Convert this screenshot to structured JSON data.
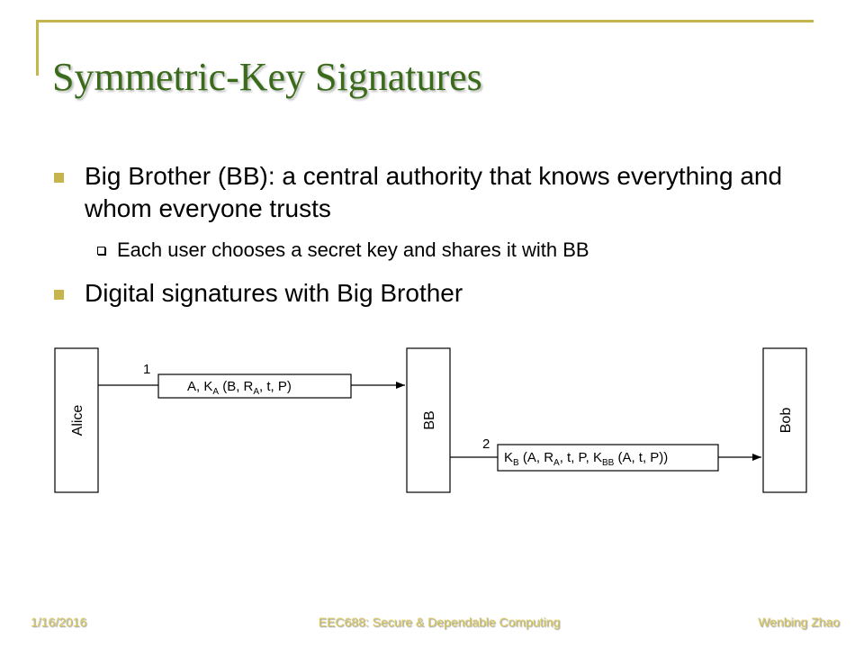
{
  "slide": {
    "title": "Symmetric-Key Signatures",
    "bullets": {
      "b1": "Big Brother (BB): a central authority that knows everything and whom everyone trusts",
      "b1_sub": "Each user chooses a secret key and shares it with BB",
      "b2": "Digital signatures with Big Brother"
    },
    "diagram": {
      "alice": "Alice",
      "bb": "BB",
      "bob": "Bob",
      "step1_number": "1",
      "step2_number": "2",
      "msg1": {
        "p1": "A, K",
        "s1": "A",
        "p2": " (B, R",
        "s2": "A",
        "p3": ", t, P)"
      },
      "msg2": {
        "p1": "K",
        "s1": "B",
        "p2": " (A, R",
        "s2": "A",
        "p3": ", t, P, K",
        "s3": "BB",
        "p4": " (A, t, P))"
      }
    },
    "footer": {
      "date": "1/16/2016",
      "course": "EEC688: Secure & Dependable Computing",
      "author": "Wenbing Zhao"
    },
    "colors": {
      "accent": "#c6b44e",
      "title": "#3a6b1a",
      "footer_text": "#d9c85a"
    }
  }
}
